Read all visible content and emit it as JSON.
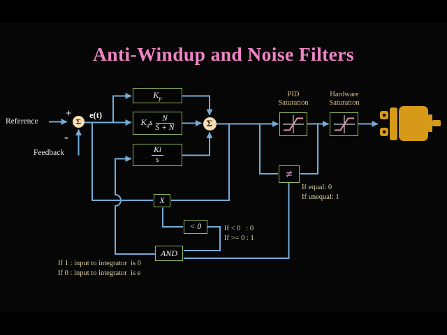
{
  "video": {
    "title": "Anti-Windup and Noise Filters"
  },
  "labels": {
    "reference": "Reference",
    "feedback": "Feedback",
    "error": "e(t)",
    "plus": "+",
    "minus": "-",
    "sigma": "Σ"
  },
  "blocks": {
    "kp": {
      "base": "K",
      "sub": "p"
    },
    "kd": {
      "base": "K",
      "sub": "d",
      "mult": "s",
      "num": "N",
      "den": "S + N"
    },
    "ki": {
      "num": "Ki",
      "den": "s"
    },
    "x": "X",
    "lt": "< 0",
    "and": "AND",
    "neq": "≠"
  },
  "sat": {
    "pid1": "PID",
    "pid2": "Saturation",
    "hw1": "Hardware",
    "hw2": "Saturation"
  },
  "annotations": {
    "neq_equal": "If equal: 0",
    "neq_unequal": "If unequal: 1",
    "lt_lt": "If < 0   : 0",
    "lt_ge": "If >= 0 : 1",
    "and_if1": "If 1 : input to integrator  is 0",
    "and_if0": "If 0 : input to integrator  is e"
  },
  "colors": {
    "wire": "#74add8",
    "block_border": "#95b95c",
    "title": "#ef85c5",
    "annotation": "#d9d0a0",
    "sat_label": "#d6c183",
    "motor": "#d69a18",
    "sum_fill": "#f6ddb4",
    "sat_curve": "#e394b5"
  }
}
